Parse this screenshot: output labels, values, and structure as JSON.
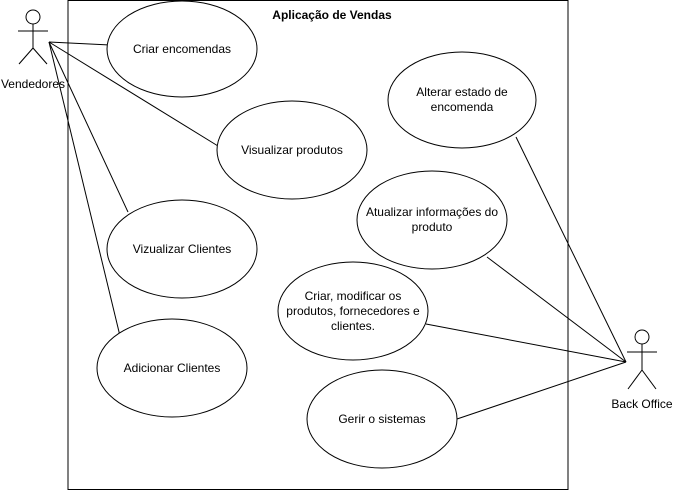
{
  "diagram": {
    "type": "use-case",
    "system": {
      "title": "Aplicação de Vendas"
    },
    "actors": {
      "vendedores": "Vendedores",
      "back_office": "Back Office"
    },
    "use_cases": {
      "criar_encomendas": [
        "Criar encomendas"
      ],
      "visualizar_produtos": [
        "Visualizar produtos"
      ],
      "vizualizar_clientes": [
        "Vizualizar Clientes"
      ],
      "adicionar_clientes": [
        "Adicionar Clientes"
      ],
      "alterar_estado": [
        "Alterar estado de",
        "encomenda"
      ],
      "atualizar_info": [
        "Atualizar informações do",
        "produto"
      ],
      "criar_modificar": [
        "Criar, modificar os",
        "produtos, fornecedores e",
        "clientes."
      ],
      "gerir_sistemas": [
        "Gerir o sistemas"
      ]
    },
    "associations": [
      {
        "actor": "Vendedores",
        "use_case": "Criar encomendas"
      },
      {
        "actor": "Vendedores",
        "use_case": "Visualizar produtos"
      },
      {
        "actor": "Vendedores",
        "use_case": "Vizualizar Clientes"
      },
      {
        "actor": "Vendedores",
        "use_case": "Adicionar Clientes"
      },
      {
        "actor": "Back Office",
        "use_case": "Alterar estado de encomenda"
      },
      {
        "actor": "Back Office",
        "use_case": "Atualizar informações do produto"
      },
      {
        "actor": "Back Office",
        "use_case": "Criar, modificar os produtos, fornecedores e clientes."
      },
      {
        "actor": "Back Office",
        "use_case": "Gerir o sistemas"
      }
    ]
  }
}
